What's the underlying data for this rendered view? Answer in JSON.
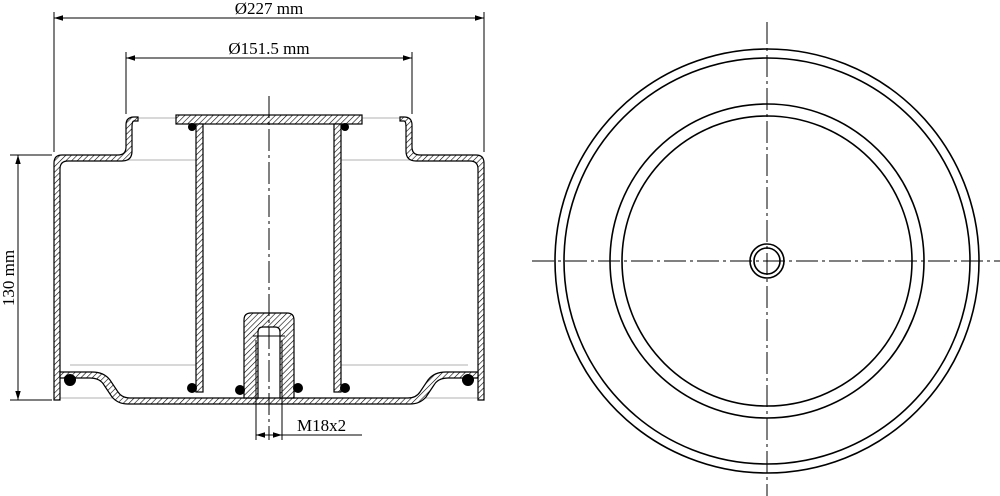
{
  "dimensions": {
    "outer_diameter": "Ø227 mm",
    "inner_diameter": "Ø151.5 mm",
    "height": "130 mm",
    "thread": "M18x2"
  }
}
